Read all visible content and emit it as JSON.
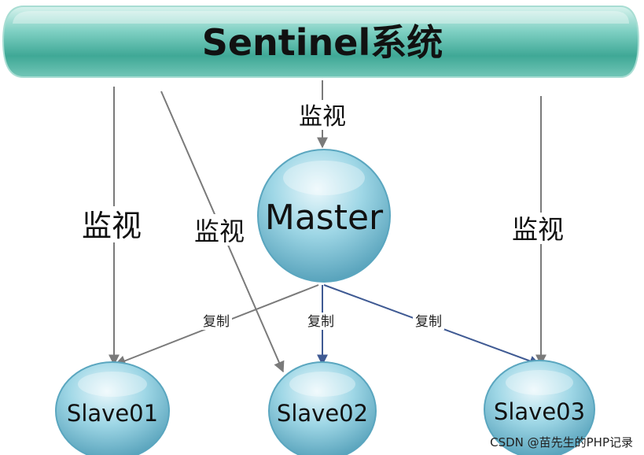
{
  "banner": {
    "title": "Sentinel系统"
  },
  "nodes": {
    "master": "Master",
    "slave01": "Slave01",
    "slave02": "Slave02",
    "slave03": "Slave03"
  },
  "labels": {
    "monitor_master": "监视",
    "monitor_slave01": "监视",
    "monitor_slave02": "监视",
    "monitor_slave03": "监视",
    "replicate_slave01": "复制",
    "replicate_slave02": "复制",
    "replicate_slave03": "复制"
  },
  "watermark": "CSDN @苗先生的PHP记录",
  "colors": {
    "banner_start": "#4fb39f",
    "banner_end": "#7fd0c3",
    "node_fill": "#8fcde0",
    "monitor_arrow": "#7a7a7a",
    "replicate_arrow": "#3f5a93"
  }
}
